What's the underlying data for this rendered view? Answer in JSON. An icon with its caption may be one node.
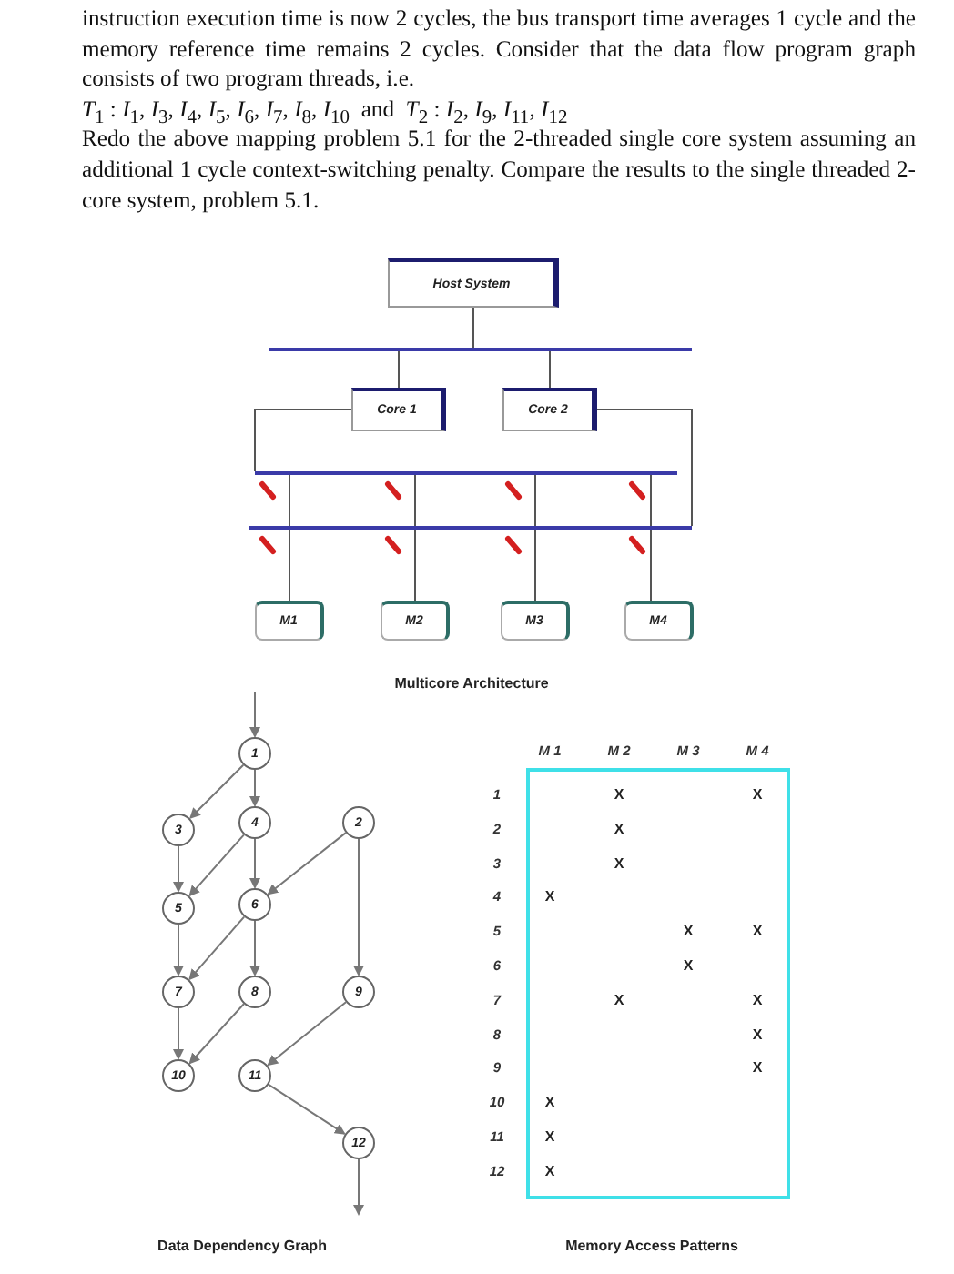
{
  "diagram": {
    "nodes": [
      {
        "text": [
          "Host System"
        ]
      },
      {
        "text": [],
        "shape": "bar"
      },
      {
        "text": [
          "Core 1"
        ]
      },
      {
        "text": [
          "Core 2"
        ]
      },
      {
        "text": [],
        "shape": "bar"
      },
      {
        "text": [],
        "shape": "bar"
      },
      {
        "text": [
          "M1"
        ]
      },
      {
        "text": [
          "M2"
        ]
      },
      {
        "text": [
          "M3"
        ]
      },
      {
        "text": [
          "M4"
        ]
      },
      {
        "text": [
          "1"
        ]
      },
      {
        "text": [
          "3"
        ]
      },
      {
        "text": [
          "4"
        ]
      },
      {
        "text": [
          "2"
        ]
      },
      {
        "text": [
          "5"
        ]
      },
      {
        "text": [
          "6"
        ]
      },
      {
        "text": [
          "7"
        ]
      },
      {
        "text": [
          "8"
        ]
      },
      {
        "text": [
          "9"
        ]
      },
      {
        "text": [
          "10"
        ]
      },
      {
        "text": [
          "11"
        ]
      },
      {
        "text": [
          "12"
        ]
      }
    ],
    "edges": [
      {
        "from": 0,
        "to": 1,
        "arrow": "none"
      },
      {
        "from": 1,
        "to": 2,
        "arrow": "none"
      },
      {
        "from": 1,
        "to": 3,
        "arrow": "none"
      },
      {
        "from": 2,
        "to": 4,
        "arrow": "none"
      },
      {
        "from": 3,
        "to": 5,
        "arrow": "none"
      },
      {
        "from": 4,
        "to": 6,
        "arrow": "none"
      },
      {
        "from": 4,
        "to": 7,
        "arrow": "none"
      },
      {
        "from": 4,
        "to": 8,
        "arrow": "none"
      },
      {
        "from": 4,
        "to": 9,
        "arrow": "none"
      },
      {
        "from": null,
        "to": 10,
        "arrow": "to"
      },
      {
        "from": 10,
        "to": 11,
        "arrow": "to"
      },
      {
        "from": 10,
        "to": 12,
        "arrow": "to"
      },
      {
        "from": 11,
        "to": 14,
        "arrow": "to"
      },
      {
        "from": 12,
        "to": 14,
        "arrow": "to"
      },
      {
        "from": 12,
        "to": 15,
        "arrow": "to"
      },
      {
        "from": 13,
        "to": 15,
        "arrow": "to"
      },
      {
        "from": 14,
        "to": 16,
        "arrow": "to"
      },
      {
        "from": 15,
        "to": 16,
        "arrow": "to"
      },
      {
        "from": 15,
        "to": 17,
        "arrow": "to"
      },
      {
        "from": 13,
        "to": 18,
        "arrow": "to"
      },
      {
        "from": 16,
        "to": 19,
        "arrow": "to"
      },
      {
        "from": 17,
        "to": 19,
        "arrow": "to"
      },
      {
        "from": 18,
        "to": 20,
        "arrow": "to"
      },
      {
        "from": 20,
        "to": 21,
        "arrow": "to"
      },
      {
        "from": 21,
        "to": null,
        "arrow": "to"
      }
    ],
    "labels": [
      "instruction execution time is now 2 cycles, the bus transport time averages 1 cycle and the memory reference time remains 2 cycles. Consider that the data flow program graph consists of two program threads, i.e.",
      "*T*$_{1}$ : *I*$_{1}$, *I*$_{3}$, *I*$_{4}$, *I*$_{5}$, *I*$_{6}$, *I*$_{7}$, *I*$_{8}$, *I*$_{10}$  and  *T*$_{2}$ : *I*$_{2}$, *I*$_{9}$, *I*$_{11}$, *I*$_{12}$",
      "Redo the above mapping problem 5.1 for the 2-threaded single core system assuming an additional 1 cycle context-switching penalty. Compare the results to the single threaded 2-core system, problem 5.1.",
      "Multicore Architecture",
      "M 1",
      "M 2",
      "M 3",
      "M 4",
      "1",
      "X",
      "X",
      "2",
      "X",
      "3",
      "X",
      "4",
      "X",
      "5",
      "X",
      "X",
      "6",
      "X",
      "7",
      "X",
      "X",
      "8",
      "X",
      "9",
      "X",
      "10",
      "X",
      "11",
      "X",
      "12",
      "X",
      "Data Dependency Graph",
      "Memory Access Patterns"
    ]
  }
}
